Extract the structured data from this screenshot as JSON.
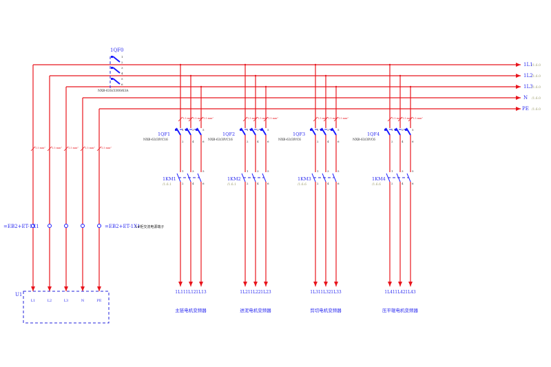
{
  "bus": {
    "labels": [
      "1L1",
      "1L2",
      "1L3",
      "N",
      "PE"
    ],
    "refs": [
      "/1.6.0",
      "/1.6.0",
      "/1.6.0",
      "/1.6.0",
      "/1.6.0"
    ],
    "taps": [
      "1.5 mm²",
      "1.5 mm²",
      "1.5 mm²",
      "1.5 mm²"
    ],
    "left_taps": [
      "1.5 mm²",
      "1.5 mm²",
      "1.5 mm²",
      "1.5 mm²",
      "1.5 mm²"
    ]
  },
  "main_breaker": {
    "label": "1QF0",
    "spec": "NXB-63S/3300/63A",
    "pins": [
      "1",
      "2",
      "3",
      "4",
      "5",
      "6"
    ]
  },
  "terminal": {
    "left": "=EB2+ET-1X1",
    "right": "=EB2+ET-1X1",
    "desc": "1#柜交流电源端子"
  },
  "device": {
    "label": "U1",
    "pins": [
      "L1",
      "L2",
      "L3",
      "N",
      "PE"
    ]
  },
  "branches": [
    {
      "qf": "1QF1",
      "spec": "NXB-63/3P/C16",
      "km": "1KM1",
      "km_ref": "/1.6.1",
      "outputs": [
        "1L11",
        "1L12",
        "1L13"
      ],
      "name": "主链电机变频器"
    },
    {
      "qf": "1QF2",
      "spec": "NXB-63/3P/C16",
      "km": "1KM2",
      "km_ref": "/1.6.1",
      "outputs": [
        "1L21",
        "1L22",
        "1L23"
      ],
      "name": "进泥电机变频器"
    },
    {
      "qf": "1QF3",
      "spec": "NXB-63/3P/C6",
      "km": "1KM3",
      "km_ref": "/1.6.6",
      "outputs": [
        "1L31",
        "1L32",
        "1L33"
      ],
      "name": "剪切电机变频器"
    },
    {
      "qf": "1QF4",
      "spec": "NXB-63/3P/C6",
      "km": "1KM4",
      "km_ref": "/1.6.6",
      "outputs": [
        "1L41",
        "1L42",
        "1L43"
      ],
      "name": "压平辊电机变频器"
    }
  ],
  "switch_pins": [
    "1",
    "2",
    "3",
    "4",
    "5",
    "6"
  ]
}
